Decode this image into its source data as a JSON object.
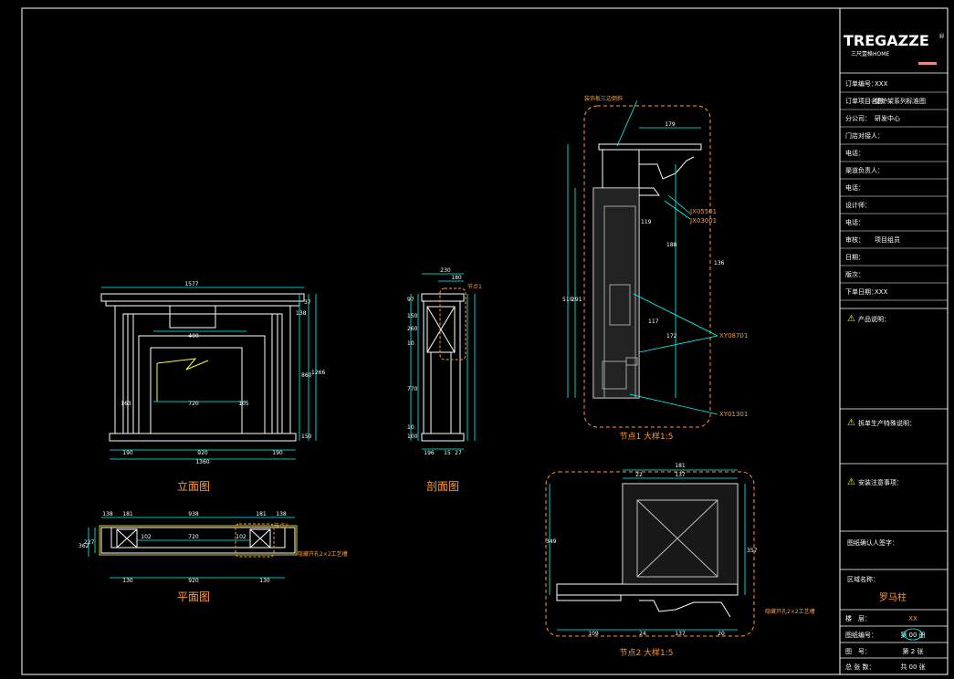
{
  "logo": {
    "brand": "TREGAZZE",
    "sub": "三尺壹格HOME",
    "reg": "®"
  },
  "views": {
    "elevation_title": "立面图",
    "section_title": "剖面图",
    "plan_title": "平面图",
    "node1_title": "节点1 大样1:5",
    "node2_title": "节点2 大样1:5"
  },
  "callouts": {
    "node1_ref": "节点1",
    "node2_ref": "节点2",
    "top_note": "装饰板三边倒斜",
    "codes": [
      "JX05501",
      "JX03001",
      "XY08701",
      "XY01301"
    ],
    "side_note": "隐藏开孔2×2工艺槽",
    "side_note_node2": "隐藏开孔2×2工艺槽"
  },
  "dims": {
    "elev_top": "1577",
    "elev_bottom": "1360",
    "elev_b1": "190",
    "elev_b2": "920",
    "elev_b3": "190",
    "elev_w400": "400",
    "elev_w720": "720",
    "elev_s163": "163",
    "elev_s105": "105",
    "elev_h": [
      "37",
      "138",
      "1266",
      "860",
      "150"
    ],
    "sec_top": "230",
    "sec_180": "180",
    "sec_bottom": [
      "196",
      "15",
      "27"
    ],
    "sec_left": [
      "97",
      "150",
      "260",
      "10",
      "770",
      "10",
      "100"
    ],
    "plan_top": [
      "138",
      "181",
      "938",
      "181",
      "138"
    ],
    "plan_mid": [
      "720",
      "102",
      "102"
    ],
    "plan_bottom": [
      "130",
      "920",
      "130"
    ],
    "plan_left": [
      "362",
      "227"
    ],
    "n1_top": "179",
    "n1_left": [
      "510",
      "291"
    ],
    "n1_vert": [
      "119",
      "188",
      "117",
      "172",
      "136"
    ],
    "n2_top": [
      "181",
      "137",
      "22"
    ],
    "n2_bottom": [
      "109",
      "24",
      "137",
      "20"
    ],
    "n2_left": "349",
    "n2_right": "357"
  },
  "title_block": {
    "rows": [
      {
        "label": "订单编号：",
        "value": "XXX"
      },
      {
        "label": "订单项目名称：",
        "value": "壁炉架系列标准图"
      },
      {
        "label": "分公司：",
        "value": "研发中心"
      },
      {
        "label": "门店对接人：",
        "value": ""
      },
      {
        "label": "电话：",
        "value": ""
      },
      {
        "label": "渠道负责人：",
        "value": ""
      },
      {
        "label": "电话：",
        "value": ""
      },
      {
        "label": "设计师：",
        "value": ""
      },
      {
        "label": "电话：",
        "value": ""
      },
      {
        "label": "审核：",
        "value": "项目组员"
      },
      {
        "label": "日期：",
        "value": ""
      },
      {
        "label": "版次：",
        "value": ""
      },
      {
        "label": "下单日期：",
        "value": "XXX"
      }
    ],
    "product_note": "产品说明：",
    "production_note": "拆单生产特殊说明：",
    "install_note": "安装注意事项：",
    "confirm": "图纸确认人签字：",
    "area_label": "区域名称：",
    "area_value": "罗马柱",
    "floor_label": "楼　层：",
    "floor_value": "XX",
    "drawing_no_label": "图纸编号：",
    "drawing_no_value": "第 00 册",
    "sheet_label": "图　号：",
    "sheet_value": "第 2 张",
    "total_label": "总 张 数：",
    "total_value": "共 00 张"
  }
}
